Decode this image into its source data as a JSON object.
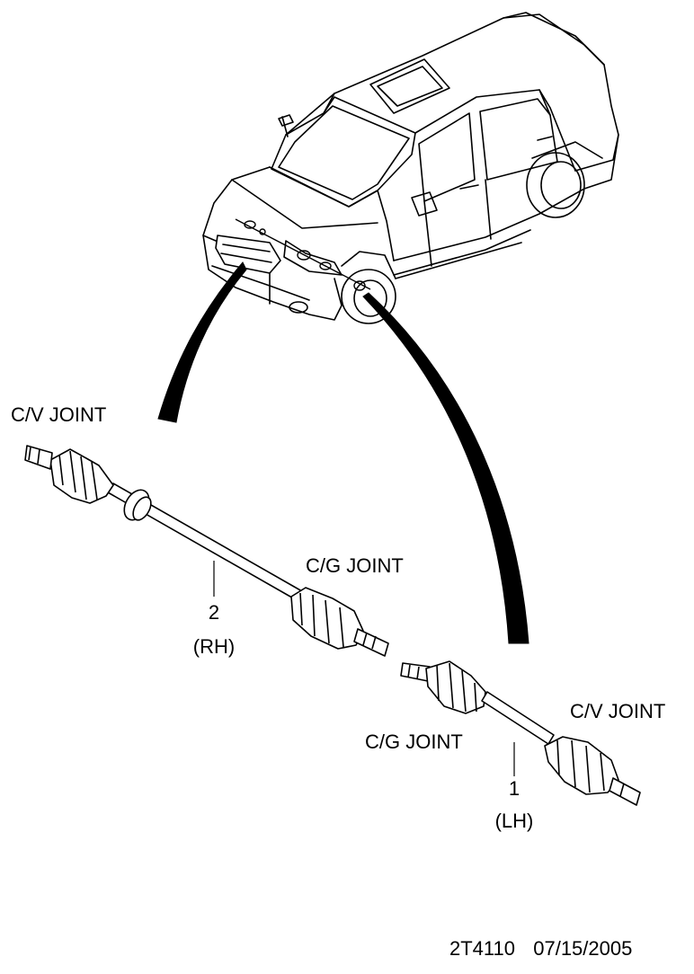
{
  "labels": {
    "rh_outer_joint": "C/V JOINT",
    "rh_inner_joint": "C/G JOINT",
    "rh_number": "2",
    "rh_side": "(RH)",
    "lh_inner_joint": "C/G JOINT",
    "lh_outer_joint": "C/V JOINT",
    "lh_number": "1",
    "lh_side": "(LH)"
  },
  "footer": {
    "code": "2T4110",
    "date": "07/15/2005"
  },
  "colors": {
    "ink": "#000000",
    "paper": "#ffffff"
  }
}
